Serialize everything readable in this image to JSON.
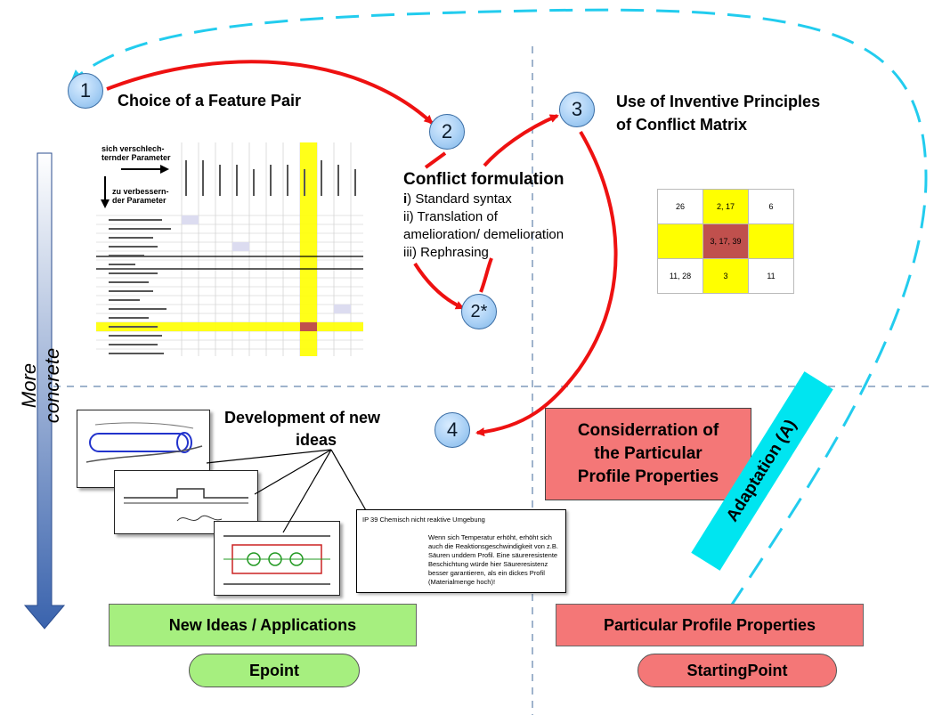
{
  "steps": {
    "s1": "1",
    "s2": "2",
    "s2b": "2*",
    "s3": "3",
    "s4": "4"
  },
  "headings": {
    "choice": "Choice of a Feature Pair",
    "use_line1": "Use of Inventive Principles",
    "use_line2": "of Conflict Matrix",
    "development_line1": "Development of new",
    "development_line2": "ideas"
  },
  "conflict": {
    "title": "Conflict formulation",
    "item1_prefix": "i",
    "item1_rest": ") Standard syntax",
    "item2_line1": "ii) Translation of",
    "item2_line2": "amelioration/ demelioration",
    "item3": "iii) Rephrasing"
  },
  "matrix_table": {
    "header_top": "sich verschlech-",
    "header_top2": "ternder Parameter",
    "header_bottom": "zu verbessern-",
    "header_bottom2": "der Parameter"
  },
  "conflict_matrix_cells": {
    "r1": [
      "26",
      "2, 17",
      "6"
    ],
    "r2": [
      "",
      "3, 17, 39",
      ""
    ],
    "r3": [
      "11, 28",
      "3",
      "11"
    ]
  },
  "consideration_box": {
    "line1": "Considerration of",
    "line2": "the Particular",
    "line3": "Profile Properties"
  },
  "adaptation_label": "Adaptation (A)",
  "axis_label": "More concrete",
  "note": {
    "title": "IP 39 Chemisch nicht reaktive Umgebung",
    "body_l1": "Wenn sich Temperatur erhöht, erhöht sich",
    "body_l2": "auch die Reaktionsgeschwindigkeit von z.B.",
    "body_l3": "Säuren unddem Profil. Eine säureresistente",
    "body_l4": "Beschichtung würde hier Säureresistenz",
    "body_l5": "besser garantieren, als ein dickes Profil",
    "body_l6": "(Materialmenge hoch)!"
  },
  "bottom": {
    "new_ideas": "New Ideas / Applications",
    "epoint": "Epoint",
    "particular": "Particular Profile Properties",
    "starting": "StartingPoint"
  },
  "colors": {
    "arrow_red": "#ee1111",
    "dash_cyan": "#22ccee",
    "green_box": "#a6ef7f",
    "red_box": "#f47777",
    "matrix_yellow": "#ffff00",
    "matrix_red": "#c0504d",
    "adaptation_cyan": "#00e5f0"
  }
}
